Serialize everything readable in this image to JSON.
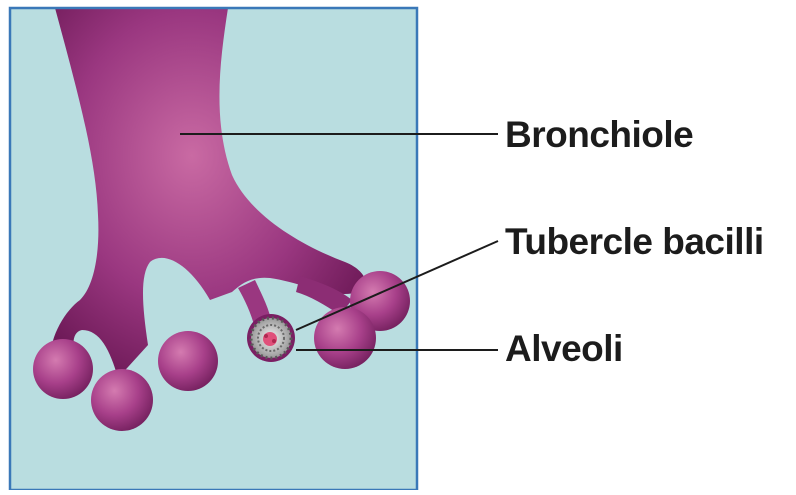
{
  "diagram": {
    "labels": {
      "bronchiole": "Bronchiole",
      "tubercle_bacilli": "Tubercle bacilli",
      "alveoli": "Alveoli"
    },
    "colors": {
      "background_panel": "#b9dde0",
      "panel_border": "#3a78b8",
      "tissue_dark": "#7a1f63",
      "tissue_light": "#c8669f",
      "leader_line": "#1c1c1c",
      "bacilli_cluster": "#dcdcdc",
      "infection_core": "#e0507a"
    }
  }
}
